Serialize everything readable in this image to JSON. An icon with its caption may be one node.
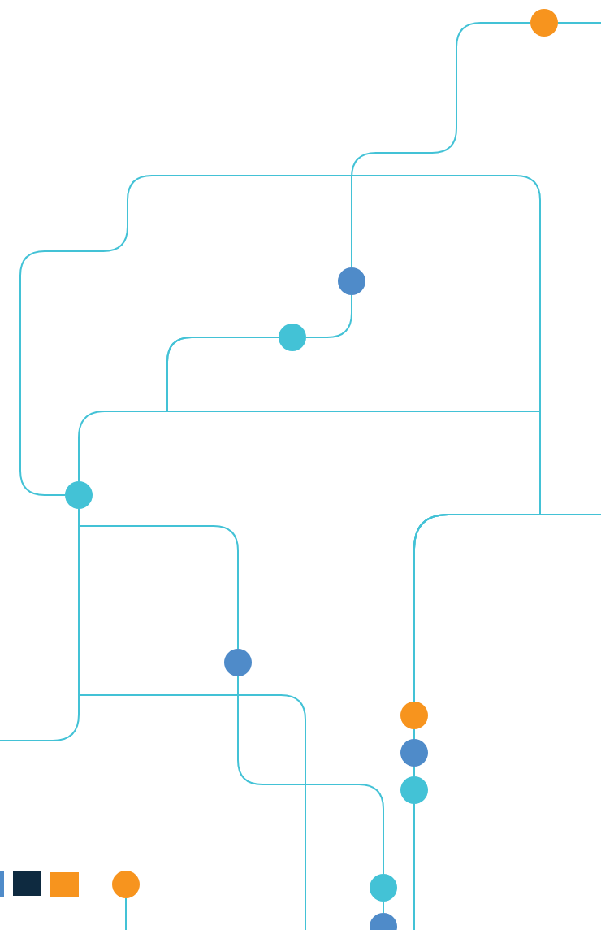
{
  "diagram": {
    "nodes": [
      {
        "text": [],
        "shape": "circle"
      },
      {
        "text": [],
        "shape": "circle"
      },
      {
        "text": [],
        "shape": "circle"
      },
      {
        "text": [],
        "shape": "circle"
      },
      {
        "text": [],
        "shape": "circle"
      },
      {
        "text": [],
        "shape": "circle"
      },
      {
        "text": [],
        "shape": "circle"
      },
      {
        "text": [],
        "shape": "circle"
      },
      {
        "text": [],
        "shape": "circle"
      },
      {
        "text": [],
        "shape": "circle"
      },
      {
        "text": [],
        "shape": "circle"
      }
    ],
    "edges": [
      {
        "from": null,
        "to": 0,
        "arrow": "none"
      },
      {
        "from": 0,
        "to": 1,
        "arrow": "none"
      },
      {
        "from": 1,
        "to": 2,
        "arrow": "none"
      },
      {
        "from": 2,
        "to": 3,
        "arrow": "none"
      },
      {
        "from": 3,
        "to": 5,
        "arrow": "none"
      },
      {
        "from": 2,
        "to": 5,
        "arrow": "none"
      },
      {
        "from": null,
        "to": 5,
        "arrow": "none"
      },
      {
        "from": 3,
        "to": 4,
        "arrow": "none"
      },
      {
        "from": 3,
        "to": null,
        "arrow": "none"
      },
      {
        "from": 3,
        "to": null,
        "arrow": "none"
      },
      {
        "from": 4,
        "to": 9,
        "arrow": "none"
      },
      {
        "from": 5,
        "to": 6,
        "arrow": "none"
      },
      {
        "from": 6,
        "to": 7,
        "arrow": "none"
      },
      {
        "from": 7,
        "to": null,
        "arrow": "none"
      },
      {
        "from": 9,
        "to": 10,
        "arrow": "none"
      },
      {
        "from": 8,
        "to": null,
        "arrow": "none"
      }
    ]
  }
}
